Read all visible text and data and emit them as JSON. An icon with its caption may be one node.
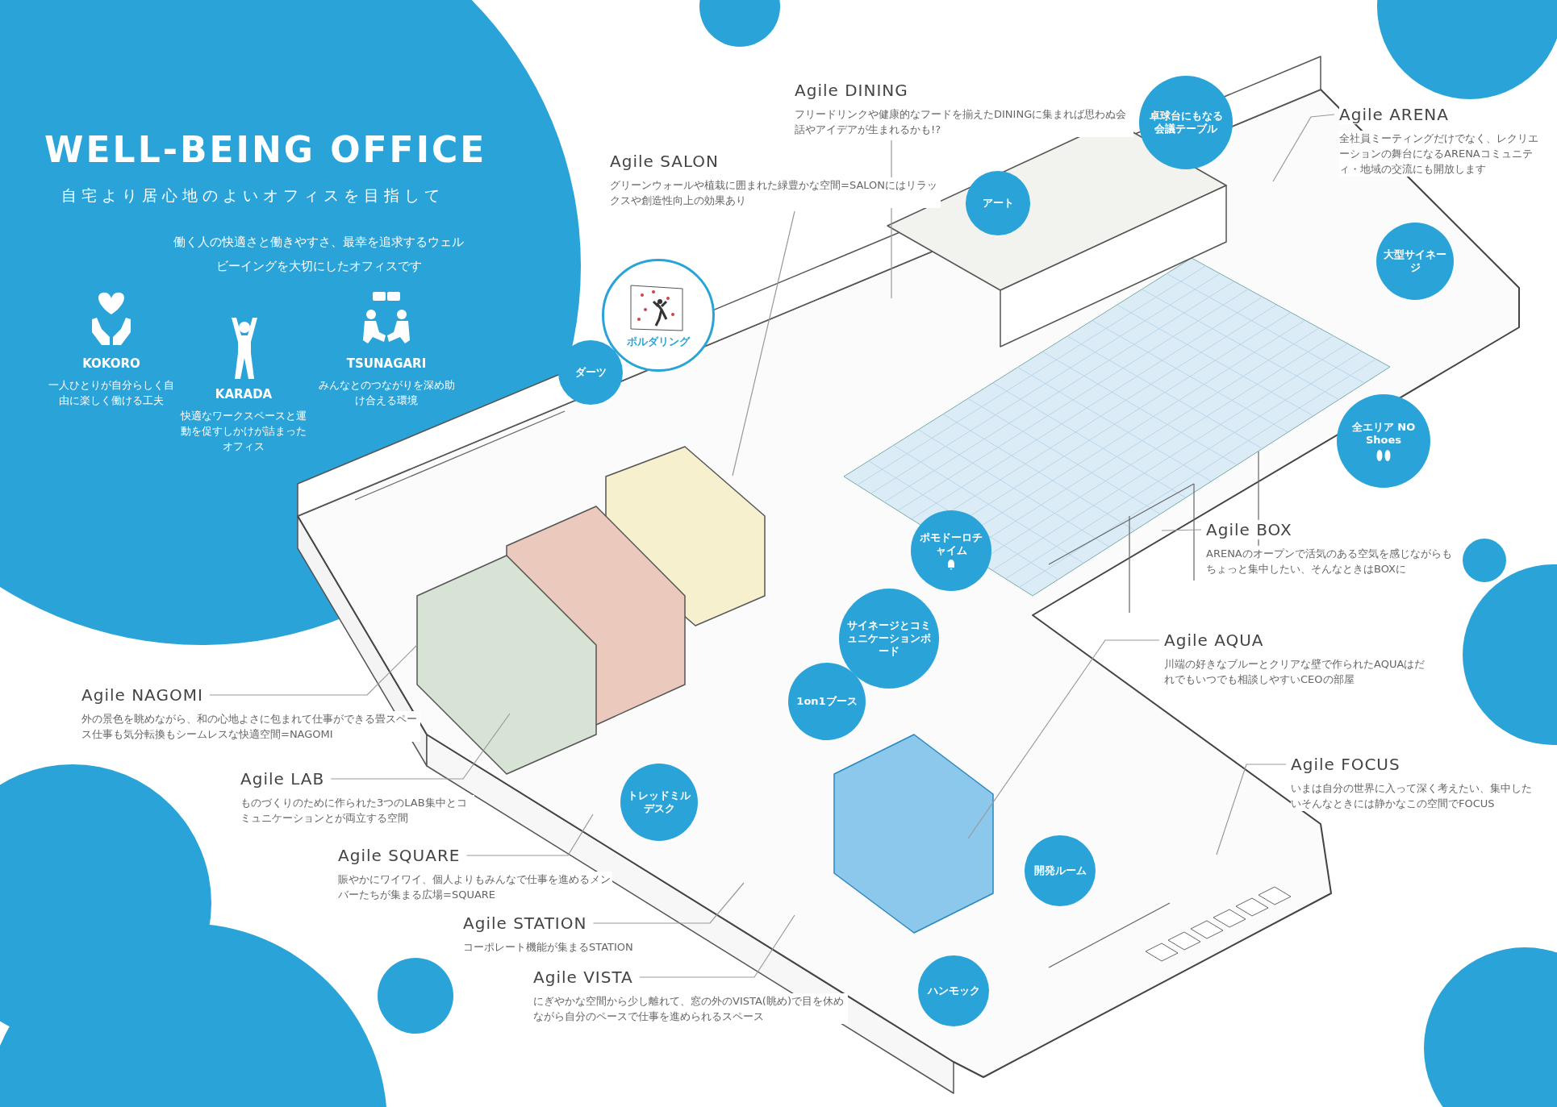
{
  "diagram": {
    "title": "WELL-BEING OFFICE",
    "nodes": [
      {
        "text": [
          "Agile SALON",
          "グリーンウォールや植栽に囲まれた緑豊かな空間=SALONにはリラックスや創造性向上の効果あり"
        ]
      },
      {
        "text": [
          "Agile DINING",
          "フリードリンクや健康的なフードを揃えたDININGに集まれば思わぬ会話やアイデアが生まれるかも!?"
        ]
      },
      {
        "text": [
          "Agile ARENA",
          "全社員ミーティングだけでなく、レクリエーションの舞台になるARENAコミュニティ・地域の交流にも開放します"
        ]
      },
      {
        "text": [
          "Agile BOX",
          "ARENAのオープンで活気のある空気を感じながらもちょっと集中したい、そんなときはBOXに"
        ]
      },
      {
        "text": [
          "Agile AQUA",
          "川端の好きなブルーとクリアな壁で作られたAQUAはだれでもいつでも相談しやすいCEOの部屋"
        ]
      },
      {
        "text": [
          "Agile FOCUS",
          "いまは自分の世界に入って深く考えたい、集中したいそんなときには静かなこの空間でFOCUS"
        ]
      },
      {
        "text": [
          "Agile NAGOMI",
          "外の景色を眺めながら、和の心地よさに包まれて仕事ができる畳スペース仕事も気分転換もシームレスな快適空間=NAGOMI"
        ]
      },
      {
        "text": [
          "Agile LAB",
          "ものづくりのために作られた3つのLAB集中とコミュニケーションとが両立する空間"
        ]
      },
      {
        "text": [
          "Agile SQUARE",
          "賑やかにワイワイ、個人よりもみんなで仕事を進めるメンバーたちが集まる広場=SQUARE"
        ]
      },
      {
        "text": [
          "Agile STATION",
          "コーポレート機能が集まるSTATION"
        ]
      },
      {
        "text": [
          "Agile VISTA",
          "にぎやかな空間から少し離れて、窓の外のVISTA(眺め)で目を休めながら自分のペースで仕事を進められるスペース"
        ]
      },
      {
        "text": [
          "卓球台にもなる会議テーブル"
        ]
      },
      {
        "text": [
          "アート"
        ]
      },
      {
        "text": [
          "大型サイネージ"
        ]
      },
      {
        "text": [
          "ボルダリング"
        ]
      },
      {
        "text": [
          "ダーツ"
        ]
      },
      {
        "text": [
          "全エリア NO Shoes"
        ]
      },
      {
        "text": [
          "ポモドーロチャイム"
        ]
      },
      {
        "text": [
          "サイネージとコミュニケーションボード"
        ]
      },
      {
        "text": [
          "1on1ブース"
        ]
      },
      {
        "text": [
          "トレッドミルデスク"
        ]
      },
      {
        "text": [
          "開発ルーム"
        ]
      },
      {
        "text": [
          "ハンモック"
        ]
      }
    ],
    "edges": [
      {
        "from": 0,
        "to": null,
        "arrow": "none"
      },
      {
        "from": 1,
        "to": null,
        "arrow": "none"
      },
      {
        "from": 2,
        "to": null,
        "arrow": "none"
      },
      {
        "from": 3,
        "to": null,
        "arrow": "none"
      },
      {
        "from": 4,
        "to": null,
        "arrow": "none"
      },
      {
        "from": 5,
        "to": null,
        "arrow": "none"
      },
      {
        "from": 6,
        "to": null,
        "arrow": "none"
      },
      {
        "from": 7,
        "to": null,
        "arrow": "none"
      },
      {
        "from": 8,
        "to": null,
        "arrow": "none"
      },
      {
        "from": 9,
        "to": null,
        "arrow": "none"
      },
      {
        "from": 10,
        "to": null,
        "arrow": "none"
      }
    ],
    "labels": [
      "自宅より居心地のよいオフィスを目指して",
      "働く人の快適さと働きやすさ、最幸を追求するウェルビーイングを大切にしたオフィスです",
      "KOKORO",
      "一人ひとりが自分らしく自由に楽しく働ける工夫",
      "KARADA",
      "快適なワークスペースと運動を促すしかけが詰まったオフィス",
      "TSUNAGARI",
      "みんなとのつながりを深め助け合える環境"
    ]
  }
}
